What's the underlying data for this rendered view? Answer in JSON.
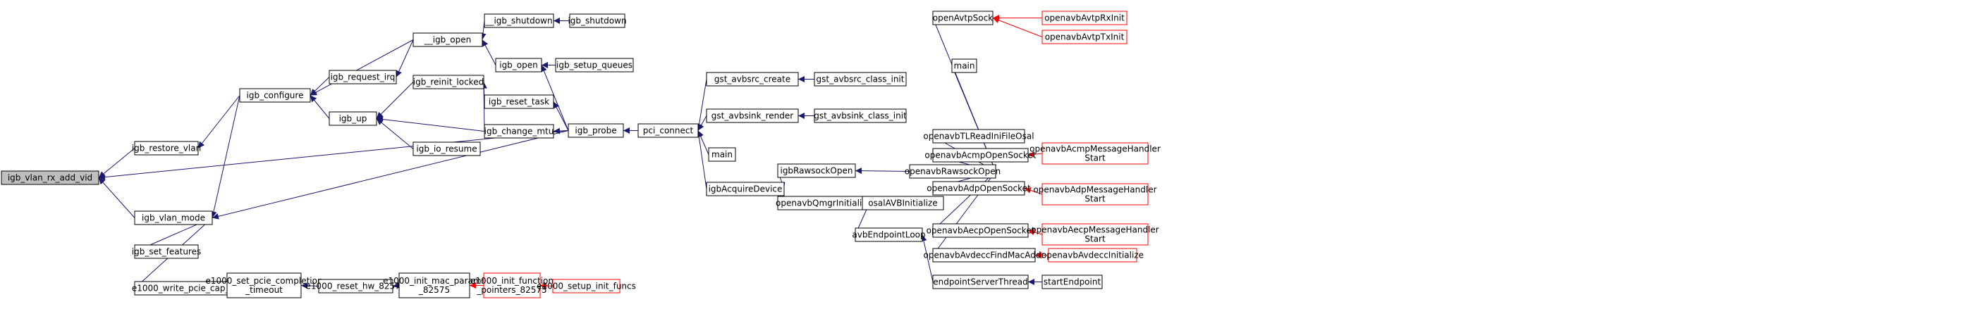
{
  "graph": {
    "colors": {
      "edge": "#191970",
      "edge_truncated": "#ff0000",
      "node_border": "#000000",
      "node_border_truncated": "#ff0000",
      "root_fill": "#bfbfbf"
    },
    "nodes": {
      "root": [
        "igb_vlan_rx_add_vid"
      ],
      "restore_vlan": [
        "igb_restore_vlan"
      ],
      "vlan_mode": [
        "igb_vlan_mode"
      ],
      "configure": [
        "igb_configure"
      ],
      "set_features": [
        "igb_set_features"
      ],
      "write_pcie": [
        "e1000_write_pcie_cap_reg"
      ],
      "request_irq": [
        "igb_request_irq"
      ],
      "up": [
        "igb_up"
      ],
      "__open": [
        "__igb_open"
      ],
      "reinit_locked": [
        "igb_reinit_locked"
      ],
      "io_resume": [
        "igb_io_resume"
      ],
      "__shutdown": [
        "__igb_shutdown"
      ],
      "open": [
        "igb_open"
      ],
      "reset_task": [
        "igb_reset_task"
      ],
      "change_mtu": [
        "igb_change_mtu"
      ],
      "shutdown": [
        "igb_shutdown"
      ],
      "setup_queues": [
        "igb_setup_queues"
      ],
      "probe": [
        "igb_probe"
      ],
      "pci_connect": [
        "pci_connect"
      ],
      "avbsrc_create": [
        "gst_avbsrc_create"
      ],
      "avbsink_render": [
        "gst_avbsink_render"
      ],
      "main1": [
        "main"
      ],
      "acquire": [
        "igbAcquireDevice"
      ],
      "avbsrc_class": [
        "gst_avbsrc_class_init"
      ],
      "avbsink_class": [
        "gst_avbsink_class_init"
      ],
      "rawsock_open": [
        "igbRawsockOpen"
      ],
      "qmgr_init": [
        "openavbQmgrInitialize"
      ],
      "osal_init": [
        "osalAVBInitialize"
      ],
      "endpoint_loop": [
        "avbEndpointLoop"
      ],
      "server_thread": [
        "endpointServerThread"
      ],
      "start_endpoint": [
        "startEndpoint"
      ],
      "openavb_rawsock": [
        "openavbRawsockOpen"
      ],
      "avtp_sock": [
        "openAvtpSock"
      ],
      "main2": [
        "main"
      ],
      "tl_read": [
        "openavbTLReadIniFileOsal"
      ],
      "acmp_sock": [
        "openavbAcmpOpenSocket"
      ],
      "adp_sock": [
        "openavbAdpOpenSocket"
      ],
      "aecp_sock": [
        "openavbAecpOpenSocket"
      ],
      "find_mac": [
        "openavbAvdeccFindMacAddr"
      ],
      "rx_init": [
        "openavbAvtpRxInit"
      ],
      "tx_init": [
        "openavbAvtpTxInit"
      ],
      "acmp_handler": [
        "openavbAcmpMessageHandler",
        "Start"
      ],
      "adp_handler": [
        "openavbAdpMessageHandler",
        "Start"
      ],
      "aecp_handler": [
        "openavbAecpMessageHandler",
        "Start"
      ],
      "avdecc_init": [
        "openavbAvdeccInitialize"
      ],
      "set_completion": [
        "e1000_set_pcie_completion",
        "_timeout"
      ],
      "reset_hw": [
        "e1000_reset_hw_82575"
      ],
      "init_mac": [
        "e1000_init_mac_params",
        "_82575"
      ],
      "init_function": [
        "e1000_init_function",
        "_pointers_82575"
      ],
      "setup_init": [
        "e1000_setup_init_funcs"
      ]
    }
  }
}
